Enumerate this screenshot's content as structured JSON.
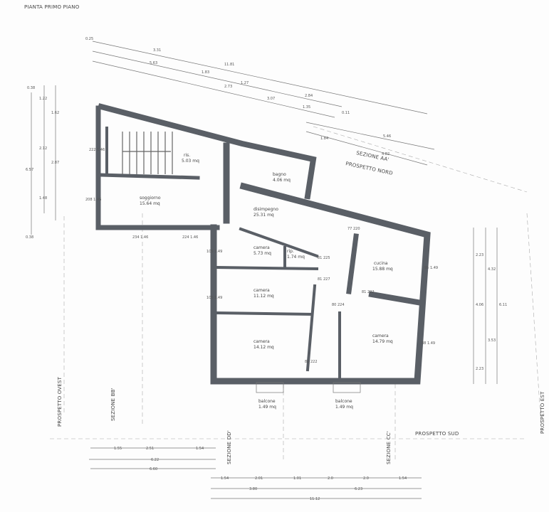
{
  "title": "PIANTA PRIMO PIANO",
  "sections": {
    "aa": "SEZIONE AA'",
    "bb": "SEZIONE BB'",
    "cc": "SEZIONE CC'",
    "dd": "SEZIONE DD'"
  },
  "elevations": {
    "nord": "PROSPETTO NORD",
    "sud": "PROSPETTO SUD",
    "est": "PROSPETTO EST",
    "ovest": "PROSPETTO OVEST"
  },
  "rooms": [
    {
      "name": "ris.",
      "area": "5.03 mq"
    },
    {
      "name": "soggiorno",
      "area": "15.64 mq"
    },
    {
      "name": "bagno",
      "area": "4.06 mq"
    },
    {
      "name": "disimpegno",
      "area": "25.31 mq"
    },
    {
      "name": "camera",
      "area": "5.73 mq"
    },
    {
      "name": "rip.",
      "area": "1.74 mq"
    },
    {
      "name": "cucina",
      "area": "15.88 mq"
    },
    {
      "name": "camera",
      "area": "11.12 mq"
    },
    {
      "name": "camera",
      "area": "14.12 mq"
    },
    {
      "name": "camera",
      "area": "14.79 mq"
    },
    {
      "name": "balcone",
      "area": "1.49 mq"
    },
    {
      "name": "balcone",
      "area": "1.49 mq"
    }
  ],
  "dimensions": {
    "top": [
      "0.25",
      "3.31",
      "11.81",
      "5.63",
      "1.83",
      "1.27",
      "2.84",
      "2.73",
      "3.07",
      "1.35",
      "0.11",
      "1.84",
      "5.46",
      "4.82"
    ],
    "left": [
      "0.38",
      "1.22",
      "1.62",
      "2.12",
      "2.87",
      "1.48",
      "6.57",
      "0.38"
    ],
    "right": [
      "2.23",
      "4.32",
      "4.06",
      "6.11",
      "3.53",
      "2.23"
    ],
    "bottom_left_row1": [
      "1.55",
      "2.51",
      "1.54"
    ],
    "bottom_left_row2": [
      "6.22"
    ],
    "bottom_left_row3": [
      "6.60"
    ],
    "bottom_right_row1": [
      "1.54",
      "2.01",
      "1.01",
      "2.0",
      "2.0",
      "1.54"
    ],
    "bottom_right_row2": [
      "3.80",
      "6.23"
    ],
    "bottom_right_row3": [
      "11.12"
    ],
    "openings": [
      "222 1.46",
      "208 1.46",
      "234 1.46",
      "224 1.46",
      "105 1.49",
      "105 1.49",
      "95 1.49",
      "88 1.49",
      "81 225",
      "81 227",
      "80 224",
      "81 222",
      "77 220",
      "81 222"
    ]
  },
  "colors": {
    "wall": "#5a5f66",
    "line": "#777777"
  }
}
